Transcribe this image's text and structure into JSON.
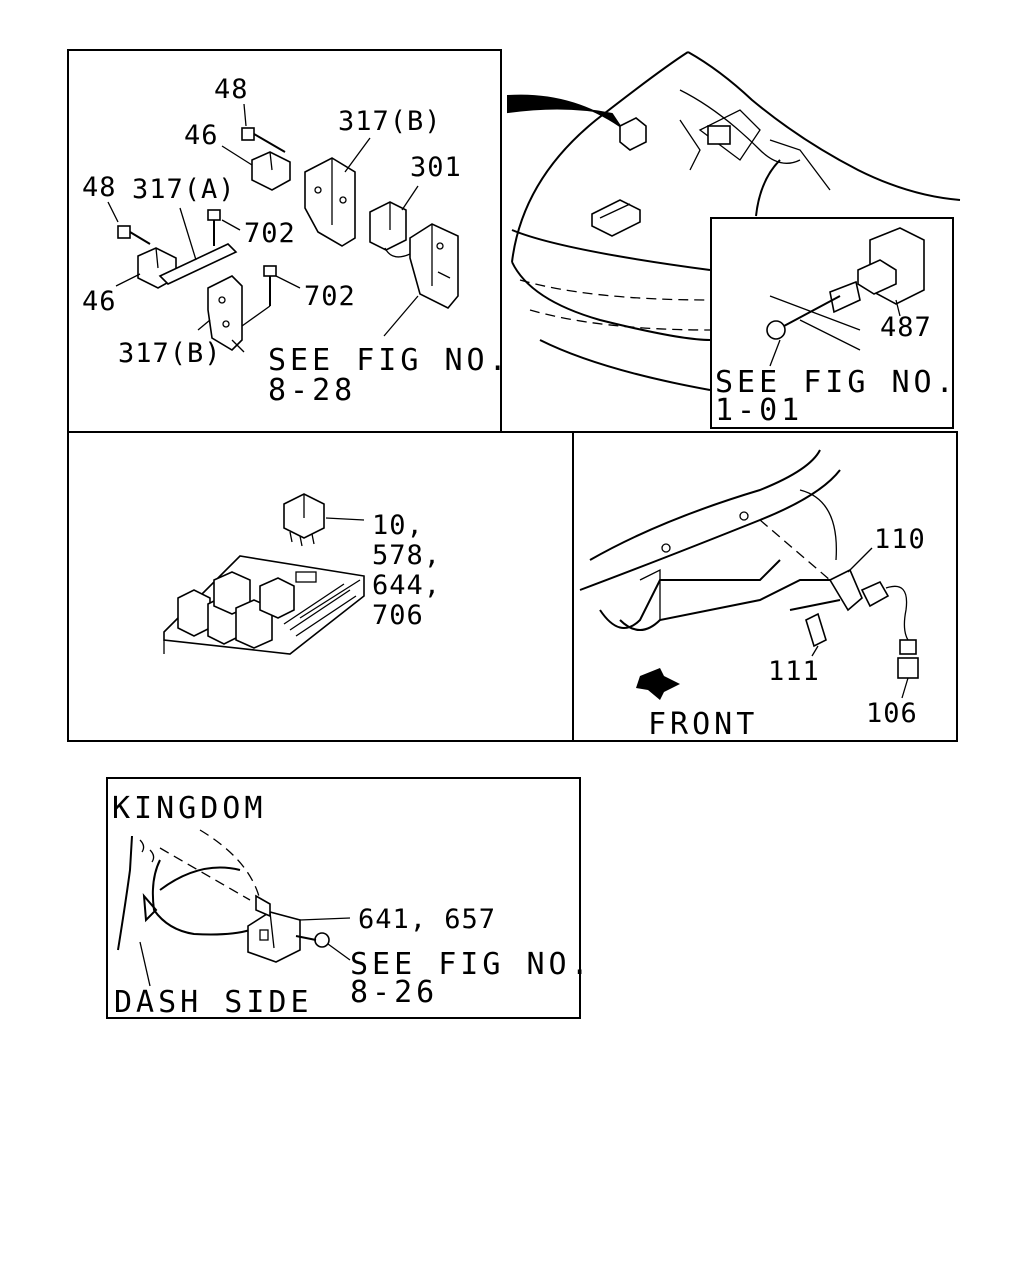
{
  "panel_top_left": {
    "callouts": [
      "48",
      "46",
      "317(B)",
      "48",
      "317(A)",
      "301",
      "702",
      "702",
      "46",
      "317(B)"
    ],
    "see_fig_line1": "SEE FIG NO.",
    "see_fig_line2": "8-28"
  },
  "panel_top_right": {
    "callout": "487",
    "see_fig_line1": "SEE FIG NO.",
    "see_fig_line2": "1-01"
  },
  "panel_mid_left": {
    "callouts": [
      "10,",
      "578,",
      "644,",
      "706"
    ]
  },
  "panel_mid_right": {
    "callouts": [
      "110",
      "111",
      "106"
    ],
    "direction_label": "FRONT"
  },
  "panel_bottom": {
    "region_label": "KINGDOM",
    "callout": "641, 657",
    "see_fig_line1": "SEE FIG NO.",
    "see_fig_line2": "8-26",
    "location_label": "DASH SIDE"
  }
}
